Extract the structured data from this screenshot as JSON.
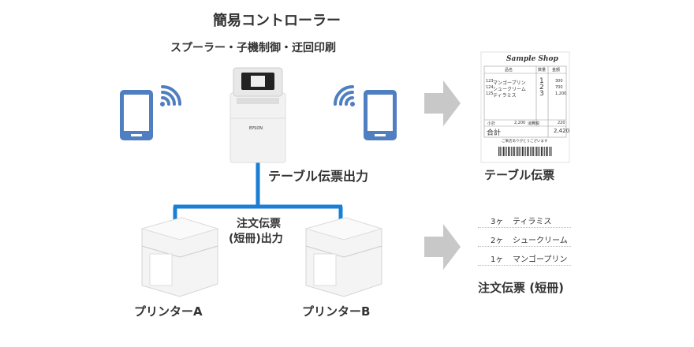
{
  "title": "簡易コントローラー",
  "subtitle": "スプーラー・子機制御・迂回印刷",
  "controller_brand": "EPSON",
  "table_output_label": "テーブル伝票出力",
  "order_output_label_line1": "注文伝票",
  "order_output_label_line2": "(短冊)出力",
  "printer_a_label": "プリンターA",
  "printer_b_label": "プリンターB",
  "table_slip_caption": "テーブル伝票",
  "order_slip_caption": "注文伝票 (短冊)",
  "colors": {
    "network_line": "#1a7fd4",
    "tablet": "#4f7fc0",
    "arrow": "#c8c8c8"
  },
  "receipt": {
    "shop": "Sample Shop",
    "header_cols": [
      "品名",
      "数量",
      "金額"
    ],
    "items": [
      {
        "no": "123",
        "name": "マンゴープリン",
        "qty": "1",
        "price": "300"
      },
      {
        "no": "124",
        "name": "シュークリーム",
        "qty": "2",
        "price": "700"
      },
      {
        "no": "125",
        "name": "ティラミス",
        "qty": "3",
        "price": "1,200"
      }
    ],
    "subtotal_label": "小計",
    "subtotal": "2,200",
    "tax_label": "消費税",
    "tax": "220",
    "total_label": "合計",
    "total": "2,420",
    "thanks": "ご来店ありがとうございます"
  },
  "order_slips": [
    {
      "qty": "3ヶ",
      "item": "ティラミス"
    },
    {
      "qty": "2ヶ",
      "item": "シュークリーム"
    },
    {
      "qty": "1ヶ",
      "item": "マンゴープリン"
    }
  ]
}
